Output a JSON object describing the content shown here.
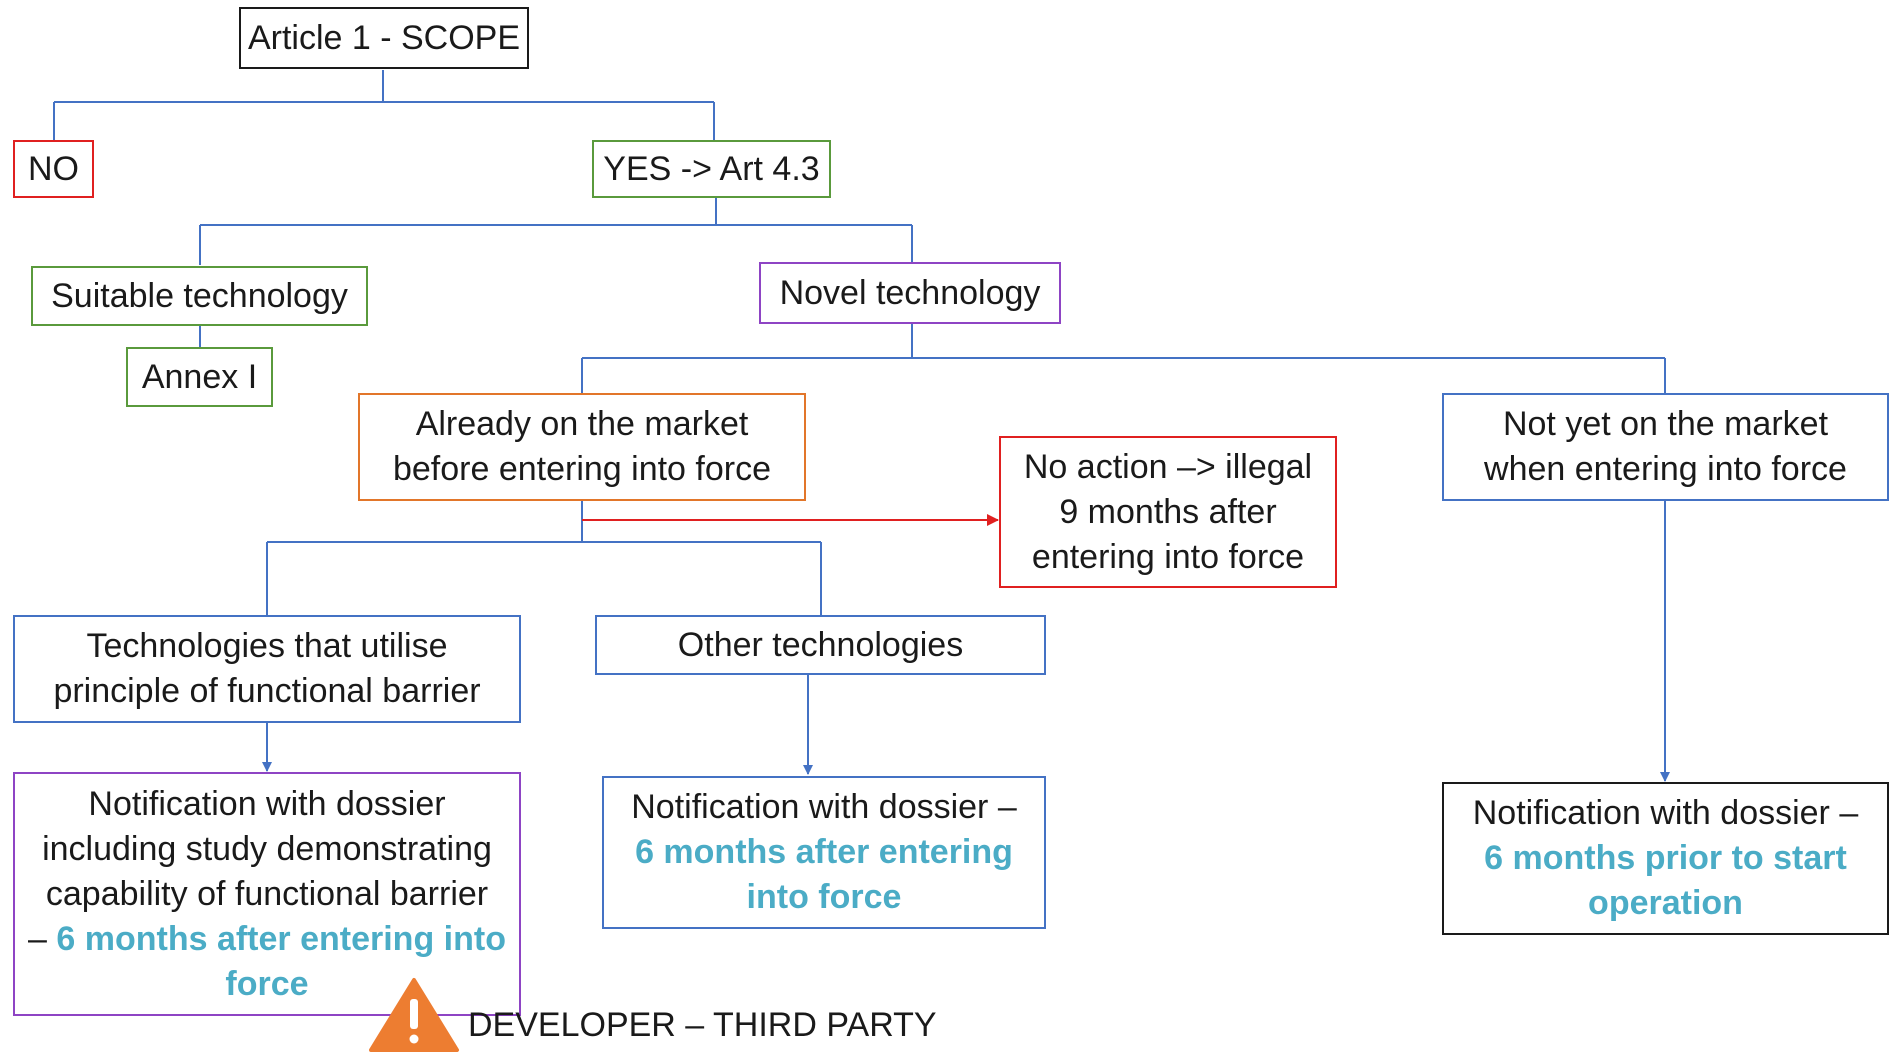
{
  "nodes": {
    "scope": "Article 1 - SCOPE",
    "no": "NO",
    "yes": "YES -> Art 4.3",
    "suitable": "Suitable technology",
    "annex": "Annex I",
    "novel": "Novel technology",
    "already_line1": "Already on the market",
    "already_line2": "before entering into force",
    "not_yet_line1": "Not yet on the market",
    "not_yet_line2": "when entering into force",
    "no_action_line1": "No action –> illegal",
    "no_action_line2": "9 months  after",
    "no_action_line3": "entering into force",
    "func_barrier_line1": "Technologies that utilise",
    "func_barrier_line2": "principle of functional barrier",
    "other_tech": "Other technologies",
    "notif_fb_line1": "Notification with dossier",
    "notif_fb_line2": "including study demonstrating",
    "notif_fb_line3": "capability of functional barrier",
    "notif_fb_dash": "– ",
    "notif_fb_hl1": "6 months after entering into",
    "notif_fb_hl2": "force",
    "notif_other_line1": "Notification with dossier –",
    "notif_other_hl1": "6 months after entering",
    "notif_other_hl2": "into force",
    "notif_new_line1": "Notification with dossier –",
    "notif_new_hl1": "6 months prior to  start",
    "notif_new_hl2": "operation"
  },
  "warning": {
    "icon": "warning-triangle-icon",
    "label": "DEVELOPER – THIRD PARTY"
  },
  "colors": {
    "connector": "#4472c4",
    "red": "#e02020",
    "green": "#5a9a3c",
    "purple": "#8e44c4",
    "orange": "#e2762a",
    "blue": "#4472c4",
    "black": "#1a1a1a",
    "highlight": "#4bacc6",
    "warning": "#ed7d31"
  }
}
